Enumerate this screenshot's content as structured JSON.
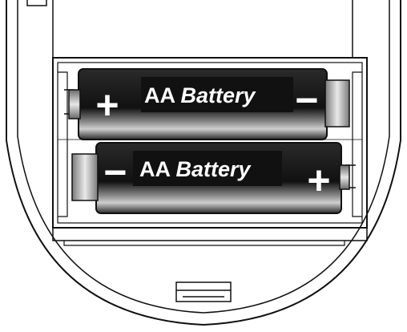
{
  "diagram": {
    "batteries": [
      {
        "type_label": "AA",
        "word_label": "Battery",
        "plus_sign": "+",
        "minus_sign": "−"
      },
      {
        "type_label": "AA",
        "word_label": "Battery",
        "plus_sign": "+",
        "minus_sign": "−"
      }
    ],
    "colors": {
      "line": "#111111",
      "battery_body": "#1a1a1a",
      "battery_highlight": "#8c8c8c",
      "terminal": "#b5b5b5",
      "background": "#ffffff"
    }
  }
}
